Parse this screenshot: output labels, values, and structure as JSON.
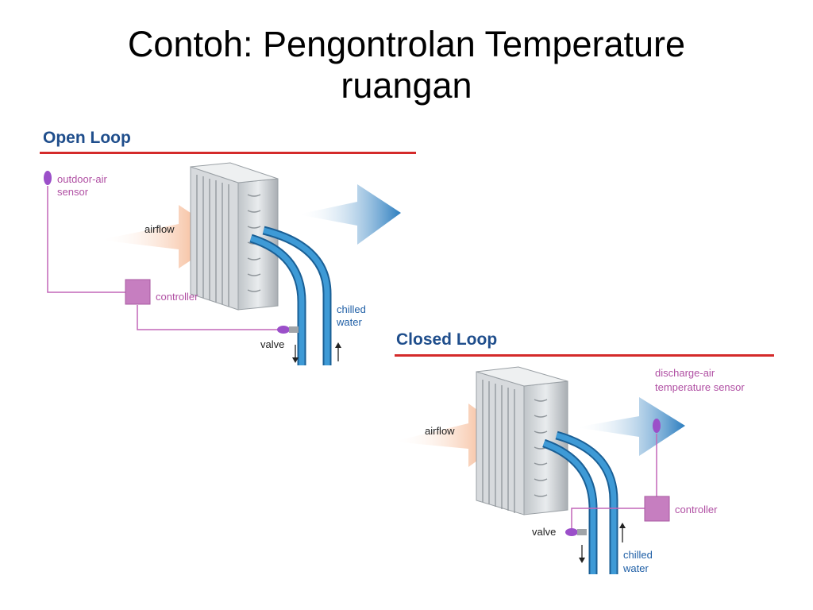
{
  "slide": {
    "title_line1": "Contoh: Pengontrolan Temperature",
    "title_line2": "ruangan"
  },
  "open_loop": {
    "heading": "Open Loop",
    "sensor_label_line1": "outdoor-air",
    "sensor_label_line2": "sensor",
    "airflow_label": "airflow",
    "controller_label": "controller",
    "valve_label": "valve",
    "water_label_line1": "chilled",
    "water_label_line2": "water"
  },
  "closed_loop": {
    "heading": "Closed Loop",
    "sensor_label_line1": "discharge-air",
    "sensor_label_line2": "temperature sensor",
    "airflow_label": "airflow",
    "controller_label": "controller",
    "valve_label": "valve",
    "water_label_line1": "chilled",
    "water_label_line2": "water"
  },
  "colors": {
    "heading": "#1f4e8c",
    "rule": "#d42a2a",
    "control": "#c266b8",
    "control_label": "#b04fa3",
    "pipe": "#2a7fc0",
    "water_label": "#1f5fa6",
    "airflow_in": "#f0925a",
    "airflow_out": "#2b7dbf"
  }
}
